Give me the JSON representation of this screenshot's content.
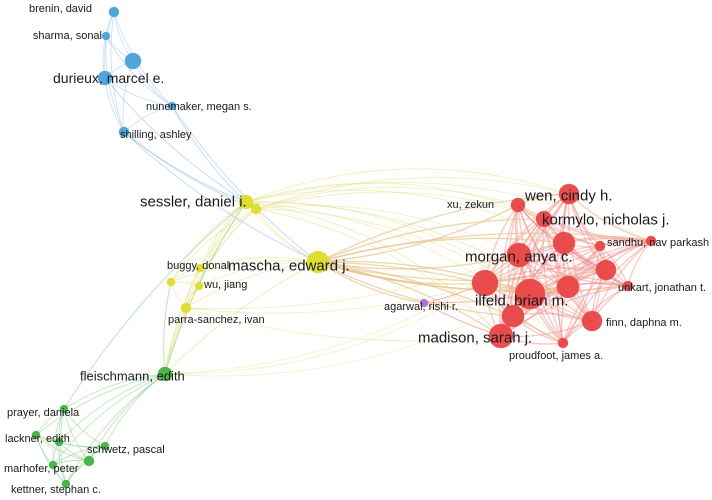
{
  "diagram": {
    "type": "co-authorship-network",
    "clusters": {
      "blue": "#4a9fd8",
      "yellow": "#dcdc2a",
      "red": "#e84545",
      "green": "#45b045",
      "purple": "#a070d0"
    },
    "edge_colors": {
      "blue": "#9cc8ea",
      "yellow": "#e6e08a",
      "red": "#f08a8a",
      "green": "#8cd08c",
      "mixed": "#e4c58a"
    },
    "nodes": [
      {
        "id": "brenin",
        "label": "brenin, david",
        "cluster": "blue",
        "weight": 2
      },
      {
        "id": "sharma",
        "label": "sharma, sonal",
        "cluster": "blue",
        "weight": 2
      },
      {
        "id": "bluehub",
        "label": "",
        "cluster": "blue",
        "weight": 4
      },
      {
        "id": "durieux",
        "label": "durieux, marcel e.",
        "cluster": "blue",
        "weight": 4
      },
      {
        "id": "nunemaker",
        "label": "nunemaker, megan s.",
        "cluster": "blue",
        "weight": 2
      },
      {
        "id": "shilling",
        "label": "shilling, ashley",
        "cluster": "blue",
        "weight": 2
      },
      {
        "id": "sessler",
        "label": "sessler, daniel i.",
        "cluster": "yellow",
        "weight": 5
      },
      {
        "id": "yellowsmall",
        "label": "",
        "cluster": "yellow",
        "weight": 2
      },
      {
        "id": "mascha",
        "label": "mascha, edward j.",
        "cluster": "yellow",
        "weight": 6
      },
      {
        "id": "buggy",
        "label": "buggy, donal",
        "cluster": "yellow",
        "weight": 2
      },
      {
        "id": "wu",
        "label": "wu, jiang",
        "cluster": "yellow",
        "weight": 2
      },
      {
        "id": "yellowleft",
        "label": "",
        "cluster": "yellow",
        "weight": 2
      },
      {
        "id": "parra",
        "label": "parra-sanchez, ivan",
        "cluster": "yellow",
        "weight": 2
      },
      {
        "id": "agarwal",
        "label": "agarwal, rishi r.",
        "cluster": "purple",
        "weight": 1
      },
      {
        "id": "wen",
        "label": "wen, cindy h.",
        "cluster": "red",
        "weight": 5
      },
      {
        "id": "xu",
        "label": "xu, zekun",
        "cluster": "red",
        "weight": 3
      },
      {
        "id": "kormylo",
        "label": "kormylo, nicholas j.",
        "cluster": "red",
        "weight": 5
      },
      {
        "id": "sandhu",
        "label": "sandhu, nav parkash s.",
        "cluster": "red",
        "weight": 2
      },
      {
        "id": "morgan",
        "label": "morgan, anya c.",
        "cluster": "red",
        "weight": 6
      },
      {
        "id": "redc",
        "label": "",
        "cluster": "red",
        "weight": 5
      },
      {
        "id": "redd",
        "label": "",
        "cluster": "red",
        "weight": 5
      },
      {
        "id": "unkart",
        "label": "unkart, jonathan t.",
        "cluster": "red",
        "weight": 2
      },
      {
        "id": "ilfeld",
        "label": "ilfeld, brian m.",
        "cluster": "red",
        "weight": 7
      },
      {
        "id": "rede",
        "label": "",
        "cluster": "red",
        "weight": 6
      },
      {
        "id": "redf",
        "label": "",
        "cluster": "red",
        "weight": 5
      },
      {
        "id": "madison",
        "label": "madison, sarah j.",
        "cluster": "red",
        "weight": 5
      },
      {
        "id": "finn",
        "label": "finn, daphna m.",
        "cluster": "red",
        "weight": 4
      },
      {
        "id": "redg",
        "label": "",
        "cluster": "red",
        "weight": 6
      },
      {
        "id": "proudfoot",
        "label": "proudfoot, james a.",
        "cluster": "red",
        "weight": 3
      },
      {
        "id": "redh",
        "label": "",
        "cluster": "red",
        "weight": 3
      },
      {
        "id": "fleischmann",
        "label": "fleischmann, edith",
        "cluster": "green",
        "weight": 4
      },
      {
        "id": "prayer",
        "label": "prayer, daniela",
        "cluster": "green",
        "weight": 2
      },
      {
        "id": "lackner",
        "label": "lackner, edith",
        "cluster": "green",
        "weight": 2
      },
      {
        "id": "greenmid",
        "label": "",
        "cluster": "green",
        "weight": 2
      },
      {
        "id": "schwetz",
        "label": "schwetz, pascal",
        "cluster": "green",
        "weight": 2
      },
      {
        "id": "greenb",
        "label": "",
        "cluster": "green",
        "weight": 2
      },
      {
        "id": "marhofer",
        "label": "marhofer, peter",
        "cluster": "green",
        "weight": 2
      },
      {
        "id": "kettner",
        "label": "kettner, stephan c.",
        "cluster": "green",
        "weight": 2
      }
    ]
  }
}
